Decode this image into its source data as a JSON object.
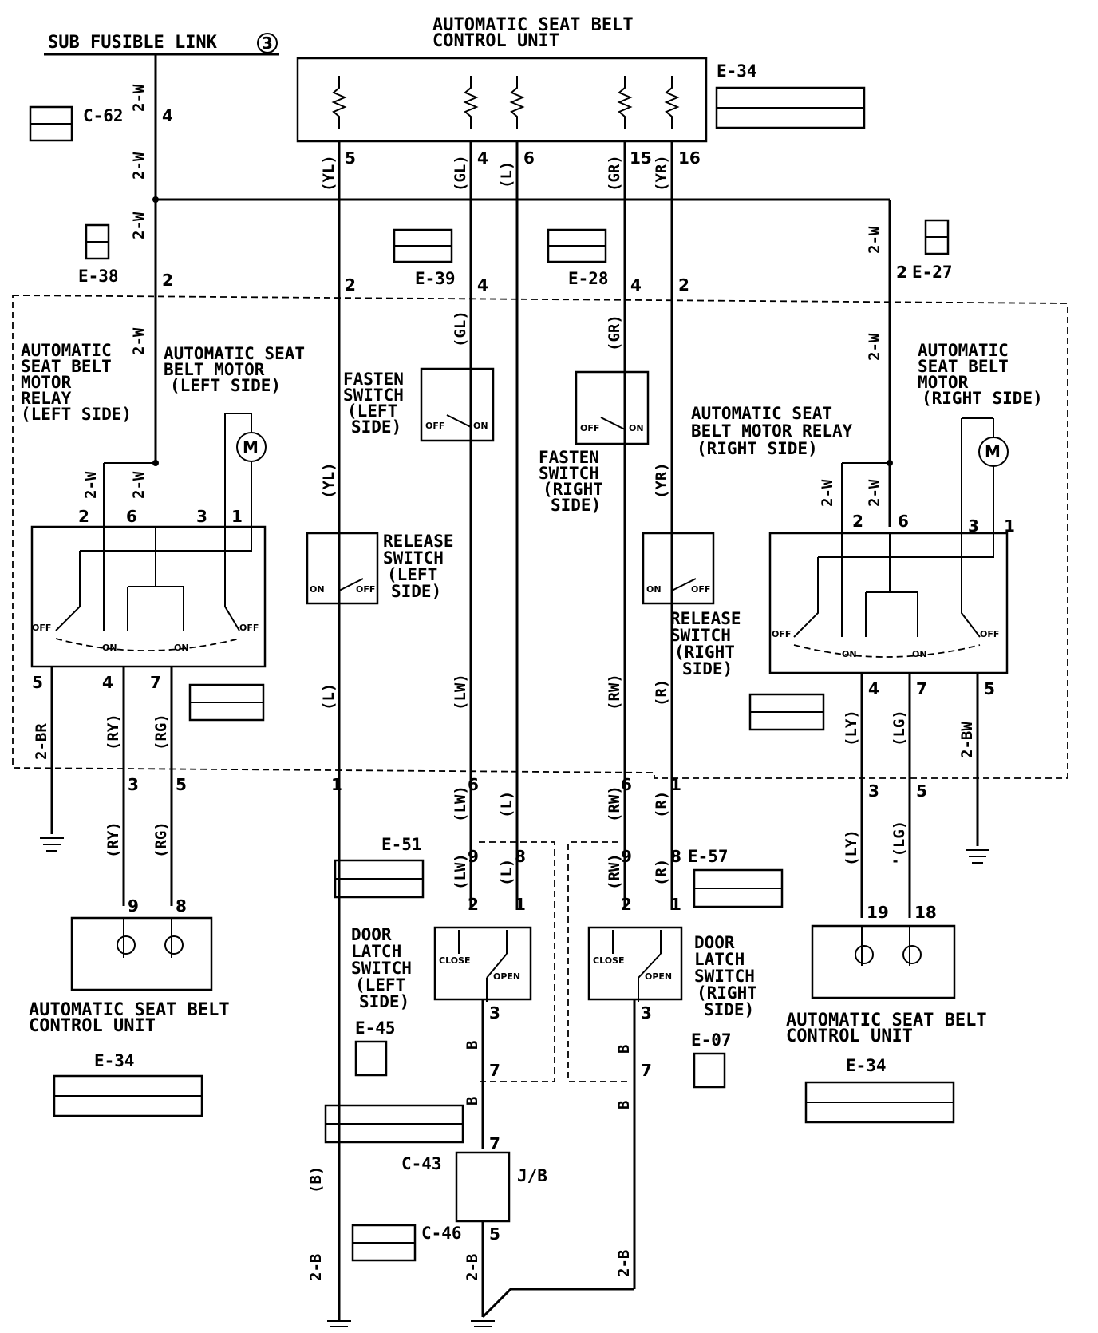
{
  "titles": {
    "sub_fusible_link": "SUB FUSIBLE LINK",
    "sub_fusible_link_num": "3",
    "control_unit_top_l1": "AUTOMATIC SEAT BELT",
    "control_unit_top_l2": "CONTROL UNIT",
    "control_unit_left_l1": "AUTOMATIC SEAT BELT",
    "control_unit_left_l2": "CONTROL UNIT",
    "control_unit_right_l1": "AUTOMATIC SEAT BELT",
    "control_unit_right_l2": "CONTROL UNIT"
  },
  "components": {
    "relay_left": [
      "AUTOMATIC",
      "SEAT BELT",
      "MOTOR",
      "RELAY",
      "(LEFT SIDE)"
    ],
    "motor_left": [
      "AUTOMATIC SEAT",
      "BELT MOTOR",
      "(LEFT SIDE)"
    ],
    "fasten_left": [
      "FASTEN",
      "SWITCH",
      "(LEFT",
      "SIDE)"
    ],
    "release_left": [
      "RELEASE",
      "SWITCH",
      "(LEFT",
      "SIDE)"
    ],
    "fasten_right": [
      "FASTEN",
      "SWITCH",
      "(RIGHT",
      "SIDE)"
    ],
    "release_right": [
      "RELEASE",
      "SWITCH",
      "(RIGHT",
      "SIDE)"
    ],
    "relay_right": [
      "AUTOMATIC SEAT",
      "BELT MOTOR RELAY",
      "(RIGHT SIDE)"
    ],
    "motor_right": [
      "AUTOMATIC",
      "SEAT BELT",
      "MOTOR",
      "(RIGHT SIDE)"
    ],
    "door_left": [
      "DOOR",
      "LATCH",
      "SWITCH",
      "(LEFT",
      "SIDE)"
    ],
    "door_right": [
      "DOOR",
      "LATCH",
      "SWITCH",
      "(RIGHT",
      "SIDE)"
    ],
    "jb": "J/B"
  },
  "connectors": {
    "e34": "E-34",
    "c62": "C-62",
    "e38": "E-38",
    "e39": "E-39",
    "e28": "E-28",
    "e27": "E-27",
    "e51": "E-51",
    "e57": "E-57",
    "e45": "E-45",
    "e07": "E-07",
    "c43": "C-43",
    "c46": "C-46"
  },
  "switch_states": {
    "on": "ON",
    "off": "OFF",
    "close": "CLOSE",
    "open": "OPEN"
  },
  "wires": {
    "w2W": "2-W",
    "YL": "(YL)",
    "GL": "(GL)",
    "L": "(L)",
    "GR": "(GR)",
    "YR": "(YR)",
    "LW": "(LW)",
    "RW": "(RW)",
    "R": "(R)",
    "RY": "(RY)",
    "RG": "(RG)",
    "LY": "(LY)",
    "LG": "(LG)",
    "LG2": "'(LG)",
    "BR2": "2-BR",
    "BW2": "2-BW",
    "B": "B",
    "Bp": "(B)",
    "B2": "2-B"
  },
  "pins": {
    "p1": "1",
    "p2": "2",
    "p3": "3",
    "p4": "4",
    "p5": "5",
    "p6": "6",
    "p7": "7",
    "p8": "8",
    "p9": "9",
    "p15": "15",
    "p16": "16",
    "p18": "18",
    "p19": "19"
  }
}
